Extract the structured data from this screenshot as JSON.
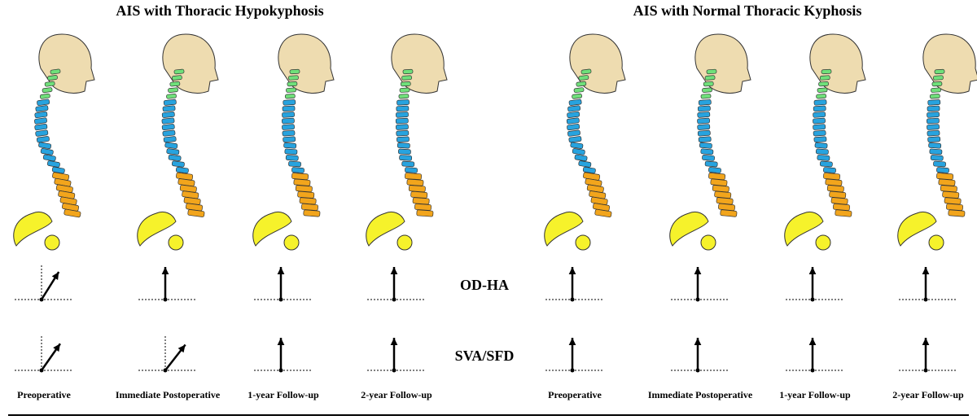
{
  "groups": [
    {
      "title": "AIS with Thoracic Hypokyphosis"
    },
    {
      "title": "AIS with Normal Thoracic Kyphosis"
    }
  ],
  "columns": [
    {
      "label": "Preoperative",
      "odha_tilt_deg": 32,
      "sva_tilt_deg": 35,
      "curve": 1.0
    },
    {
      "label": "Immediate Postoperative",
      "odha_tilt_deg": 0,
      "sva_tilt_deg": 38,
      "curve": 0.75
    },
    {
      "label": "1-year Follow-up",
      "odha_tilt_deg": 0,
      "sva_tilt_deg": 0,
      "curve": 0.45
    },
    {
      "label": "2-year Follow-up",
      "odha_tilt_deg": 0,
      "sva_tilt_deg": 0,
      "curve": 0.4
    },
    {
      "label": "Preoperative",
      "odha_tilt_deg": 0,
      "sva_tilt_deg": 0,
      "curve": 0.9
    },
    {
      "label": "Immediate Postoperative",
      "odha_tilt_deg": 0,
      "sva_tilt_deg": 0,
      "curve": 0.55
    },
    {
      "label": "1-year Follow-up",
      "odha_tilt_deg": 0,
      "sva_tilt_deg": 0,
      "curve": 0.5
    },
    {
      "label": "2-year Follow-up",
      "odha_tilt_deg": 0,
      "sva_tilt_deg": 0,
      "curve": 0.45
    }
  ],
  "rows": [
    {
      "label": "OD-HA"
    },
    {
      "label": "SVA/SFD"
    }
  ],
  "colors": {
    "skull": "#eedcb0",
    "cervical": "#6fe07a",
    "thoracic": "#27a3df",
    "lumbar": "#f2a51c",
    "sacrum": "#f6f22b",
    "femoral_head": "#f6f22b",
    "outline": "#333333"
  }
}
